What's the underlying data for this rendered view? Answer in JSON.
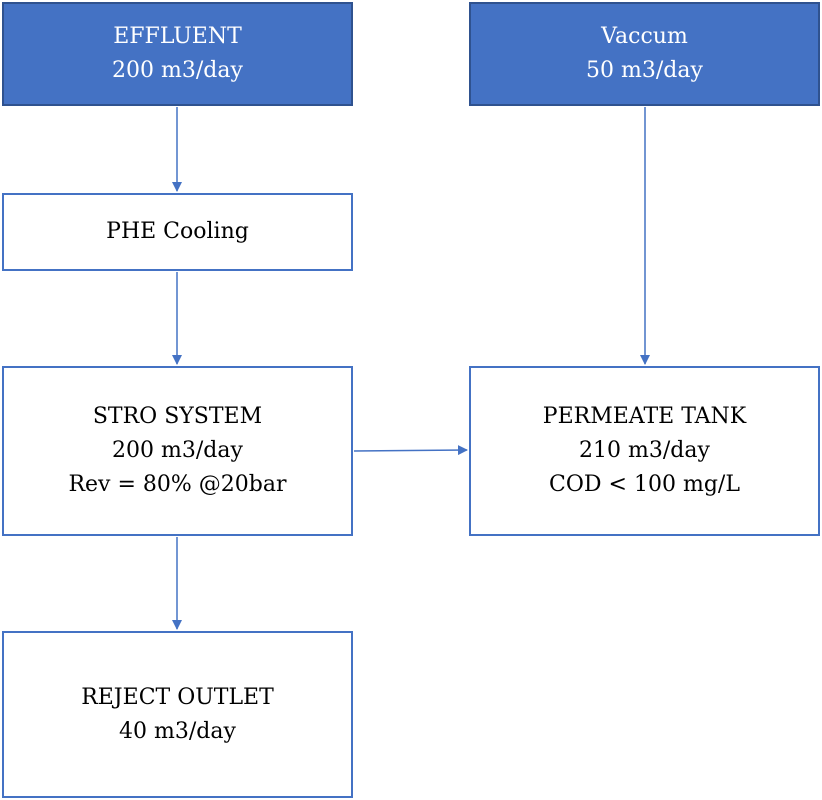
{
  "nodes": {
    "effluent": {
      "lines": [
        "EFFLUENT",
        "200 m3/day"
      ]
    },
    "vaccum": {
      "lines": [
        "Vaccum",
        "50 m3/day"
      ]
    },
    "phe": {
      "lines": [
        "PHE Cooling"
      ]
    },
    "stro": {
      "lines": [
        "STRO SYSTEM",
        "200 m3/day",
        "Rev = 80% @20bar"
      ]
    },
    "permeate": {
      "lines": [
        "PERMEATE TANK",
        "210 m3/day",
        "COD < 100 mg/L"
      ]
    },
    "reject": {
      "lines": [
        "REJECT OUTLET",
        "40 m3/day"
      ]
    }
  },
  "edges": [
    {
      "from": "effluent",
      "to": "phe"
    },
    {
      "from": "phe",
      "to": "stro"
    },
    {
      "from": "stro",
      "to": "reject"
    },
    {
      "from": "stro",
      "to": "permeate"
    },
    {
      "from": "vaccum",
      "to": "permeate"
    }
  ],
  "colors": {
    "box_fill": "#4472c4",
    "box_border": "#4472c4",
    "filled_border": "#2f528f",
    "arrow": "#4472c4",
    "text_dark": "#000000",
    "text_light": "#ffffff"
  }
}
